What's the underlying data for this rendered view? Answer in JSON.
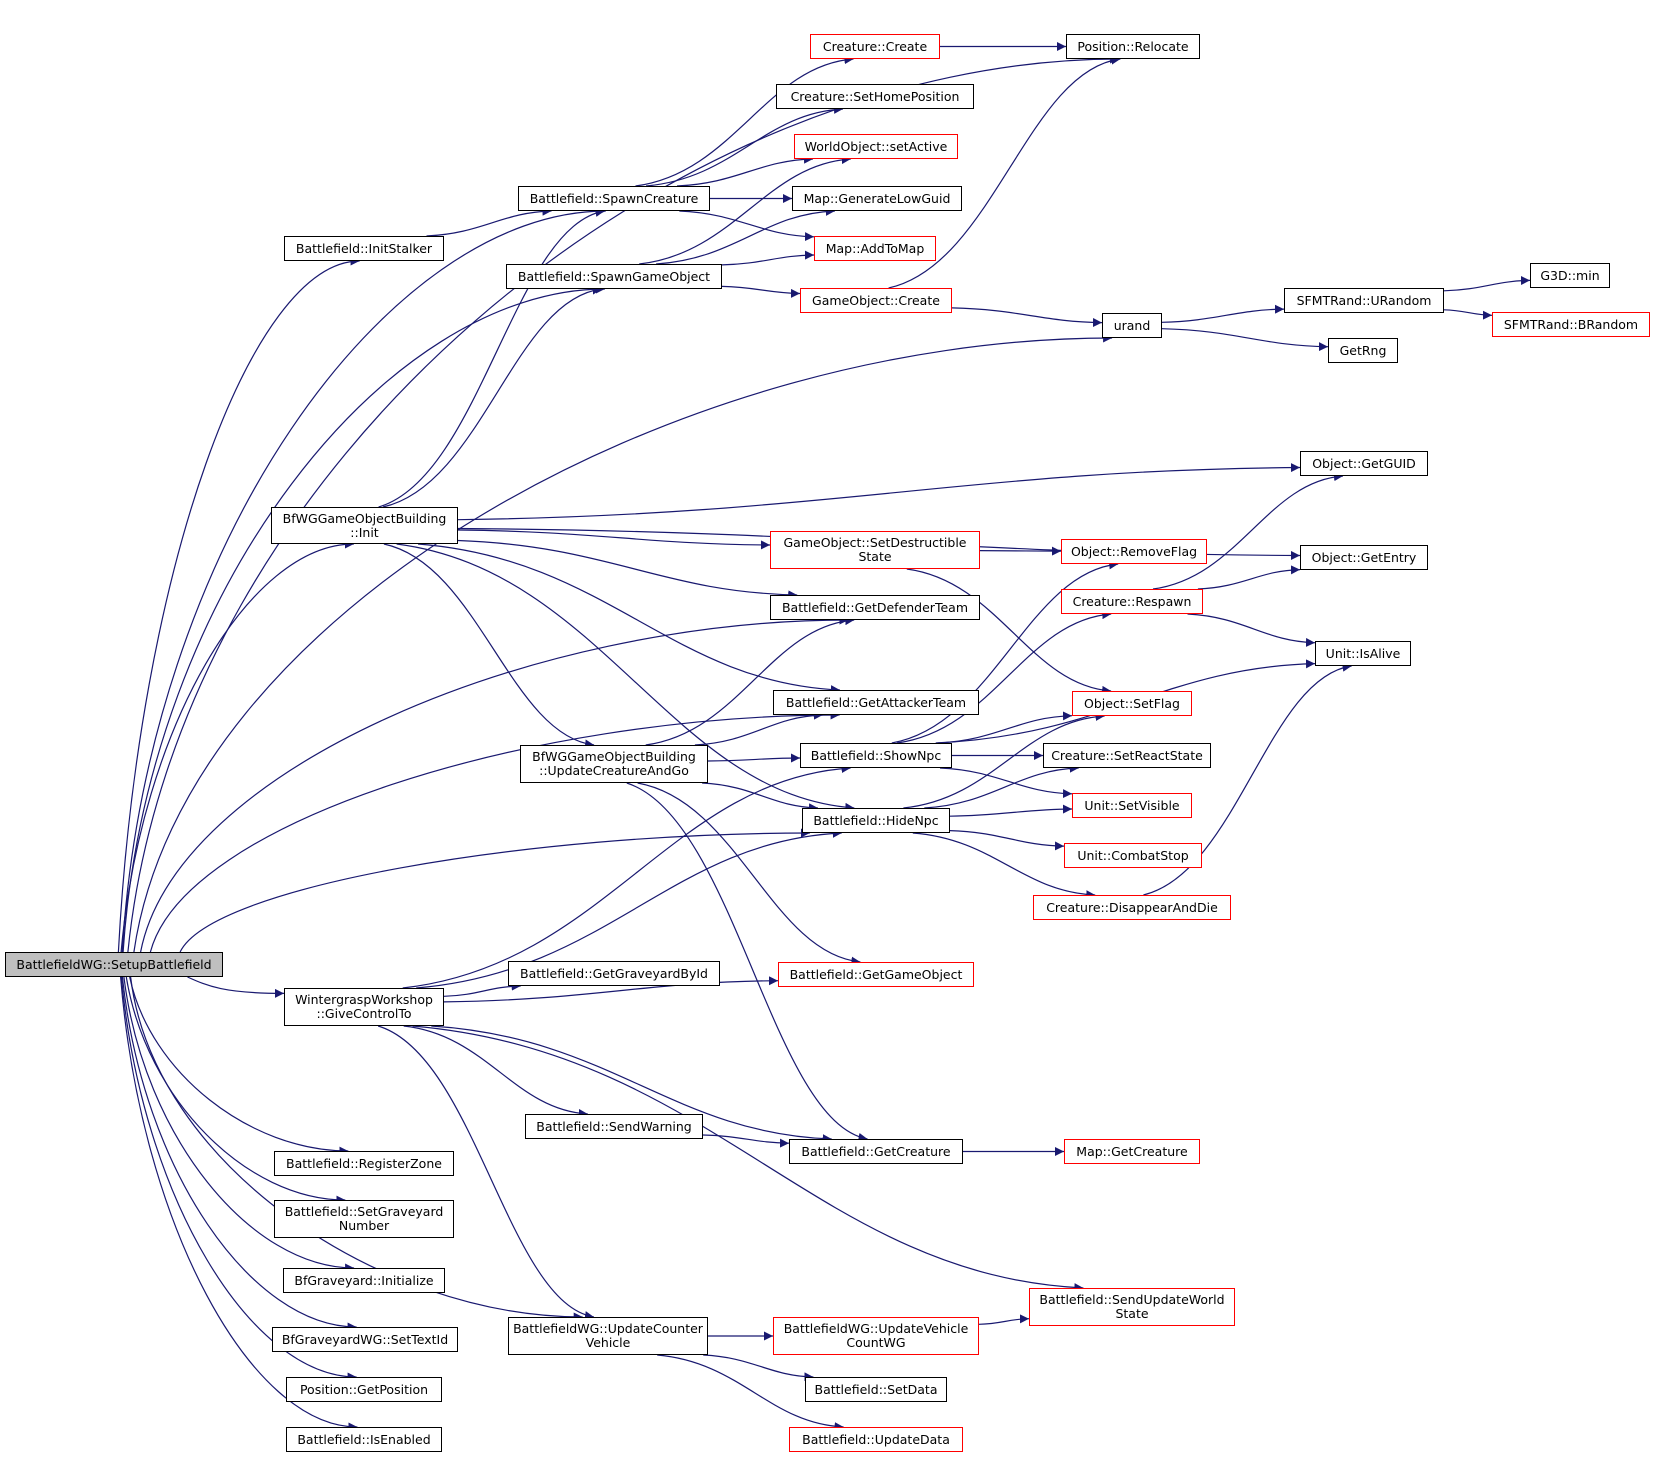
{
  "colors": {
    "edge": "#191970",
    "node_border": "#000000",
    "truncated_border": "#ff0000",
    "root_fill": "#bfbfbf"
  },
  "nodes": [
    {
      "id": "root",
      "lines": [
        "BattlefieldWG::SetupBattlefield"
      ],
      "kind": "root"
    },
    {
      "id": "relocate",
      "lines": [
        "Position::Relocate"
      ],
      "kind": "normal"
    },
    {
      "id": "creature_create",
      "lines": [
        "Creature::Create"
      ],
      "kind": "truncated"
    },
    {
      "id": "sethomepos",
      "lines": [
        "Creature::SetHomePosition"
      ],
      "kind": "normal"
    },
    {
      "id": "setactive",
      "lines": [
        "WorldObject::setActive"
      ],
      "kind": "truncated"
    },
    {
      "id": "spawncreature",
      "lines": [
        "Battlefield::SpawnCreature"
      ],
      "kind": "normal"
    },
    {
      "id": "genlowguid",
      "lines": [
        "Map::GenerateLowGuid"
      ],
      "kind": "normal"
    },
    {
      "id": "initstalker",
      "lines": [
        "Battlefield::InitStalker"
      ],
      "kind": "normal"
    },
    {
      "id": "addtomap",
      "lines": [
        "Map::AddToMap"
      ],
      "kind": "truncated"
    },
    {
      "id": "spawngo",
      "lines": [
        "Battlefield::SpawnGameObject"
      ],
      "kind": "normal"
    },
    {
      "id": "g3dmin",
      "lines": [
        "G3D::min"
      ],
      "kind": "normal"
    },
    {
      "id": "go_create",
      "lines": [
        "GameObject::Create"
      ],
      "kind": "truncated"
    },
    {
      "id": "urandom",
      "lines": [
        "SFMTRand::URandom"
      ],
      "kind": "normal"
    },
    {
      "id": "urand",
      "lines": [
        "urand"
      ],
      "kind": "normal"
    },
    {
      "id": "brandom",
      "lines": [
        "SFMTRand::BRandom"
      ],
      "kind": "truncated"
    },
    {
      "id": "getrng",
      "lines": [
        "GetRng"
      ],
      "kind": "normal"
    },
    {
      "id": "getguid",
      "lines": [
        "Object::GetGUID"
      ],
      "kind": "normal"
    },
    {
      "id": "bfinit",
      "lines": [
        "BfWGGameObjectBuilding",
        "::Init"
      ],
      "kind": "normal"
    },
    {
      "id": "setdestr",
      "lines": [
        "GameObject::SetDestructible",
        "State"
      ],
      "kind": "truncated"
    },
    {
      "id": "removeflag",
      "lines": [
        "Object::RemoveFlag"
      ],
      "kind": "truncated"
    },
    {
      "id": "getentry",
      "lines": [
        "Object::GetEntry"
      ],
      "kind": "normal"
    },
    {
      "id": "respawn",
      "lines": [
        "Creature::Respawn"
      ],
      "kind": "truncated"
    },
    {
      "id": "getdefender",
      "lines": [
        "Battlefield::GetDefenderTeam"
      ],
      "kind": "normal"
    },
    {
      "id": "isalive",
      "lines": [
        "Unit::IsAlive"
      ],
      "kind": "normal"
    },
    {
      "id": "getattacker",
      "lines": [
        "Battlefield::GetAttackerTeam"
      ],
      "kind": "normal"
    },
    {
      "id": "setflag",
      "lines": [
        "Object::SetFlag"
      ],
      "kind": "truncated"
    },
    {
      "id": "updcrgo",
      "lines": [
        "BfWGGameObjectBuilding",
        "::UpdateCreatureAndGo"
      ],
      "kind": "normal"
    },
    {
      "id": "shownpc",
      "lines": [
        "Battlefield::ShowNpc"
      ],
      "kind": "normal"
    },
    {
      "id": "setreact",
      "lines": [
        "Creature::SetReactState"
      ],
      "kind": "normal"
    },
    {
      "id": "setvisible",
      "lines": [
        "Unit::SetVisible"
      ],
      "kind": "truncated"
    },
    {
      "id": "hidenpc",
      "lines": [
        "Battlefield::HideNpc"
      ],
      "kind": "normal"
    },
    {
      "id": "combatstop",
      "lines": [
        "Unit::CombatStop"
      ],
      "kind": "truncated"
    },
    {
      "id": "disappear",
      "lines": [
        "Creature::DisappearAndDie"
      ],
      "kind": "truncated"
    },
    {
      "id": "getgy",
      "lines": [
        "Battlefield::GetGraveyardById"
      ],
      "kind": "normal"
    },
    {
      "id": "givecontrol",
      "lines": [
        "WintergraspWorkshop",
        "::GiveControlTo"
      ],
      "kind": "normal"
    },
    {
      "id": "getgo",
      "lines": [
        "Battlefield::GetGameObject"
      ],
      "kind": "truncated"
    },
    {
      "id": "sendwarning",
      "lines": [
        "Battlefield::SendWarning"
      ],
      "kind": "normal"
    },
    {
      "id": "getcreature",
      "lines": [
        "Battlefield::GetCreature"
      ],
      "kind": "normal"
    },
    {
      "id": "mapgetcreature",
      "lines": [
        "Map::GetCreature"
      ],
      "kind": "truncated"
    },
    {
      "id": "registerzone",
      "lines": [
        "Battlefield::RegisterZone"
      ],
      "kind": "normal"
    },
    {
      "id": "setgynumber",
      "lines": [
        "Battlefield::SetGraveyard",
        "Number"
      ],
      "kind": "normal"
    },
    {
      "id": "bfgyinit",
      "lines": [
        "BfGraveyard::Initialize"
      ],
      "kind": "normal"
    },
    {
      "id": "sendupdws",
      "lines": [
        "Battlefield::SendUpdateWorld",
        "State"
      ],
      "kind": "truncated"
    },
    {
      "id": "settextid",
      "lines": [
        "BfGraveyardWG::SetTextId"
      ],
      "kind": "normal"
    },
    {
      "id": "updcounter",
      "lines": [
        "BattlefieldWG::UpdateCounter",
        "Vehicle"
      ],
      "kind": "normal"
    },
    {
      "id": "updvehcount",
      "lines": [
        "BattlefieldWG::UpdateVehicle",
        "CountWG"
      ],
      "kind": "truncated"
    },
    {
      "id": "getposition",
      "lines": [
        "Position::GetPosition"
      ],
      "kind": "normal"
    },
    {
      "id": "setdata",
      "lines": [
        "Battlefield::SetData"
      ],
      "kind": "normal"
    },
    {
      "id": "isenabled",
      "lines": [
        "Battlefield::IsEnabled"
      ],
      "kind": "normal"
    },
    {
      "id": "updatedata",
      "lines": [
        "Battlefield::UpdateData"
      ],
      "kind": "truncated"
    }
  ],
  "edges": [
    [
      "root",
      "relocate"
    ],
    [
      "root",
      "spawncreature"
    ],
    [
      "root",
      "initstalker"
    ],
    [
      "root",
      "spawngo"
    ],
    [
      "root",
      "urand"
    ],
    [
      "root",
      "bfinit"
    ],
    [
      "root",
      "getdefender"
    ],
    [
      "root",
      "getattacker"
    ],
    [
      "root",
      "hidenpc"
    ],
    [
      "root",
      "givecontrol"
    ],
    [
      "root",
      "updcounter"
    ],
    [
      "root",
      "registerzone"
    ],
    [
      "root",
      "setgynumber"
    ],
    [
      "root",
      "bfgyinit"
    ],
    [
      "root",
      "settextid"
    ],
    [
      "root",
      "getposition"
    ],
    [
      "root",
      "isenabled"
    ],
    [
      "spawncreature",
      "creature_create"
    ],
    [
      "spawncreature",
      "sethomepos"
    ],
    [
      "spawncreature",
      "setactive"
    ],
    [
      "spawncreature",
      "genlowguid"
    ],
    [
      "spawncreature",
      "addtomap"
    ],
    [
      "creature_create",
      "relocate"
    ],
    [
      "initstalker",
      "spawncreature"
    ],
    [
      "spawngo",
      "setactive"
    ],
    [
      "spawngo",
      "genlowguid"
    ],
    [
      "spawngo",
      "addtomap"
    ],
    [
      "spawngo",
      "go_create"
    ],
    [
      "go_create",
      "relocate"
    ],
    [
      "go_create",
      "urand"
    ],
    [
      "urand",
      "urandom"
    ],
    [
      "urand",
      "getrng"
    ],
    [
      "urandom",
      "g3dmin"
    ],
    [
      "urandom",
      "brandom"
    ],
    [
      "bfinit",
      "spawncreature"
    ],
    [
      "bfinit",
      "spawngo"
    ],
    [
      "bfinit",
      "getguid"
    ],
    [
      "bfinit",
      "getentry"
    ],
    [
      "bfinit",
      "setdestr"
    ],
    [
      "bfinit",
      "getdefender"
    ],
    [
      "bfinit",
      "getattacker"
    ],
    [
      "bfinit",
      "updcrgo"
    ],
    [
      "bfinit",
      "hidenpc"
    ],
    [
      "setdestr",
      "removeflag"
    ],
    [
      "setdestr",
      "setflag"
    ],
    [
      "respawn",
      "getguid"
    ],
    [
      "respawn",
      "getentry"
    ],
    [
      "respawn",
      "isalive"
    ],
    [
      "updcrgo",
      "getdefender"
    ],
    [
      "updcrgo",
      "getattacker"
    ],
    [
      "updcrgo",
      "shownpc"
    ],
    [
      "updcrgo",
      "hidenpc"
    ],
    [
      "updcrgo",
      "getgo"
    ],
    [
      "updcrgo",
      "getcreature"
    ],
    [
      "shownpc",
      "removeflag"
    ],
    [
      "shownpc",
      "respawn"
    ],
    [
      "shownpc",
      "isalive"
    ],
    [
      "shownpc",
      "setflag"
    ],
    [
      "shownpc",
      "setreact"
    ],
    [
      "shownpc",
      "setvisible"
    ],
    [
      "hidenpc",
      "setflag"
    ],
    [
      "hidenpc",
      "setreact"
    ],
    [
      "hidenpc",
      "setvisible"
    ],
    [
      "hidenpc",
      "combatstop"
    ],
    [
      "hidenpc",
      "disappear"
    ],
    [
      "disappear",
      "isalive"
    ],
    [
      "givecontrol",
      "getgy"
    ],
    [
      "givecontrol",
      "shownpc"
    ],
    [
      "givecontrol",
      "hidenpc"
    ],
    [
      "givecontrol",
      "getgo"
    ],
    [
      "givecontrol",
      "sendwarning"
    ],
    [
      "givecontrol",
      "getcreature"
    ],
    [
      "givecontrol",
      "sendupdws"
    ],
    [
      "givecontrol",
      "updcounter"
    ],
    [
      "sendwarning",
      "getcreature"
    ],
    [
      "getcreature",
      "mapgetcreature"
    ],
    [
      "updcounter",
      "updvehcount"
    ],
    [
      "updcounter",
      "setdata"
    ],
    [
      "updcounter",
      "updatedata"
    ],
    [
      "updvehcount",
      "sendupdws"
    ]
  ]
}
